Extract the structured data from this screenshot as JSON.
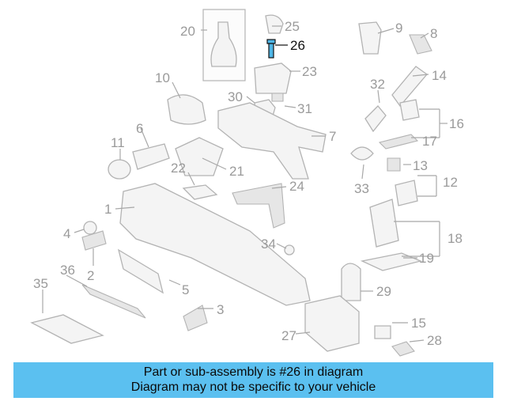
{
  "callouts": [
    "1",
    "2",
    "3",
    "4",
    "5",
    "6",
    "7",
    "8",
    "9",
    "10",
    "11",
    "12",
    "13",
    "14",
    "15",
    "16",
    "17",
    "18",
    "19",
    "20",
    "21",
    "22",
    "23",
    "24",
    "25",
    "26",
    "27",
    "28",
    "29",
    "30",
    "31",
    "32",
    "33",
    "34",
    "35",
    "36"
  ],
  "highlight_part": "26",
  "colors": {
    "banner": "#5bc0f0",
    "highlight": "#111111",
    "callout": "#9a9a9a",
    "part_fill": "#f4f4f4",
    "part_stroke": "#b3b3b3",
    "highlight_part_fill": "#4fb6e6"
  },
  "banner": {
    "line1": "Part or sub-assembly is #26 in diagram",
    "line2": "Diagram may not be specific to your vehicle"
  }
}
